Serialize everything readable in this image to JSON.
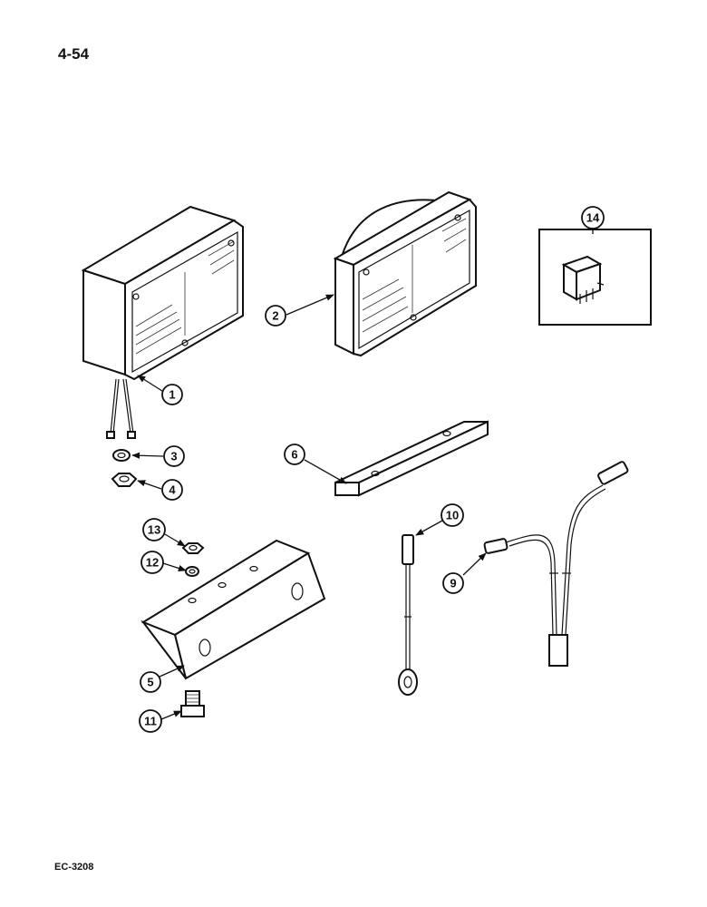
{
  "page_number": "4-54",
  "footer_code": "EC-3208",
  "callouts": {
    "c1": "1",
    "c2": "2",
    "c3": "3",
    "c4": "4",
    "c5": "5",
    "c6": "6",
    "c9": "9",
    "c10": "10",
    "c11": "11",
    "c12": "12",
    "c13": "13",
    "c14": "14"
  }
}
